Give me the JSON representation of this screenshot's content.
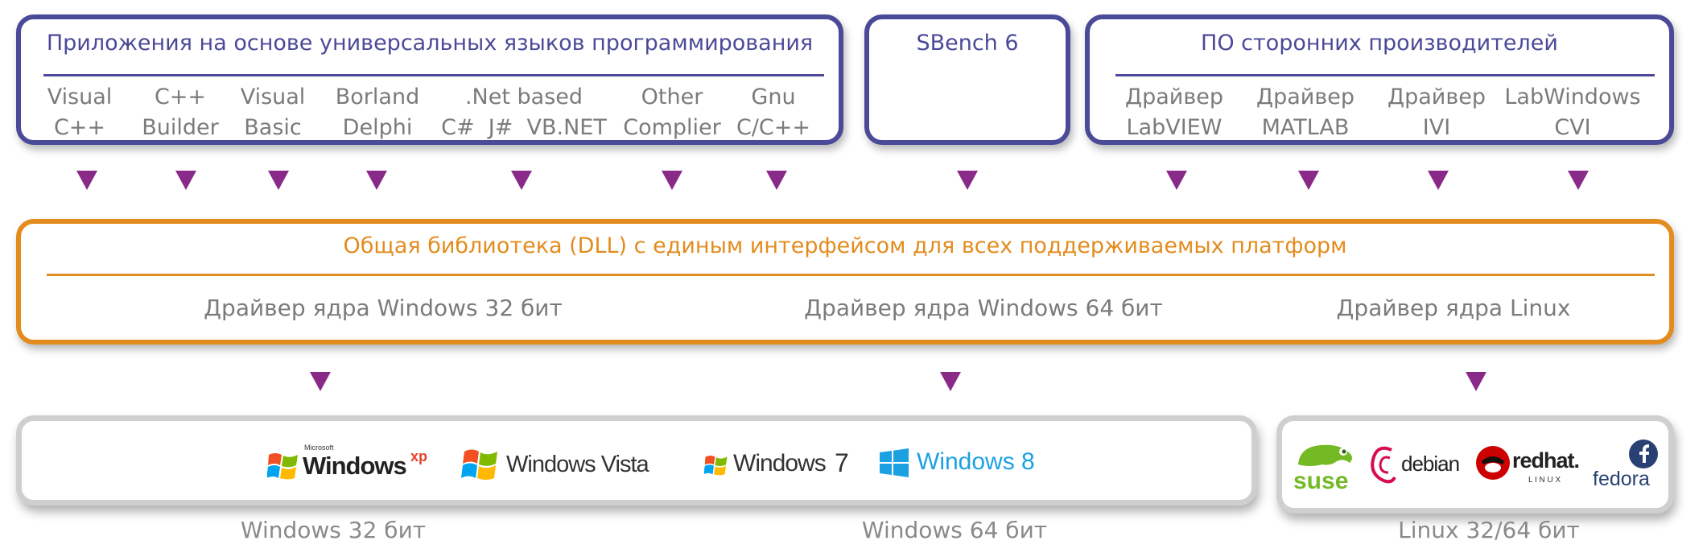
{
  "apps_box": {
    "title": "Приложения на основе универсальных языков программирования",
    "items": [
      {
        "text": "Visual\nC++"
      },
      {
        "text": "C++\nBuilder"
      },
      {
        "text": "Visual\nBasic"
      },
      {
        "text": "Borland\nDelphi"
      },
      {
        "text": ".Net based\nC#  J#  VB.NET"
      },
      {
        "text": "Other\nComplier"
      },
      {
        "text": "Gnu\nC/C++"
      }
    ]
  },
  "sbench_box": {
    "title": "SBench 6"
  },
  "third_party_box": {
    "title": "ПО сторонних производителей",
    "items": [
      {
        "text": "Драйвер\nLabVIEW"
      },
      {
        "text": "Драйвер\nMATLAB"
      },
      {
        "text": "Драйвер\nIVI"
      },
      {
        "text": "LabWindows\nCVI"
      }
    ]
  },
  "dll_box": {
    "title": "Общая библиотека (DLL) с единым интерфейсом для всех поддерживаемых платформ",
    "drivers": [
      "Драйвер ядра Windows 32 бит",
      "Драйвер ядра Windows 64 бит",
      "Драйвер ядра Linux"
    ]
  },
  "windows_box": {
    "logos": {
      "xp_small": "Microsoft",
      "xp_main": "Windows",
      "xp_sup": "xp",
      "vista": "Windows Vista",
      "win7": "Windows",
      "win7_num": "7",
      "win8": "Windows 8"
    }
  },
  "linux_box": {
    "logos": {
      "suse": "suse",
      "debian": "debian",
      "redhat": "redhat.",
      "redhat_sub": "L I N U X",
      "fedora": "fedora"
    }
  },
  "captions": [
    "Windows 32 бит",
    "Windows 64 бит",
    "Linux 32/64 бит"
  ],
  "colors": {
    "top_border": "#4b4a98",
    "dll_border": "#e38c1e",
    "os_border": "#cfcfcf",
    "arrow": "#8a2a88",
    "text": "#7b7b7b",
    "win8_blue": "#1ba1e2",
    "suse_green": "#73ba25",
    "debian_red": "#d70a53",
    "redhat_red": "#cc0000",
    "fedora_blue": "#294172"
  }
}
